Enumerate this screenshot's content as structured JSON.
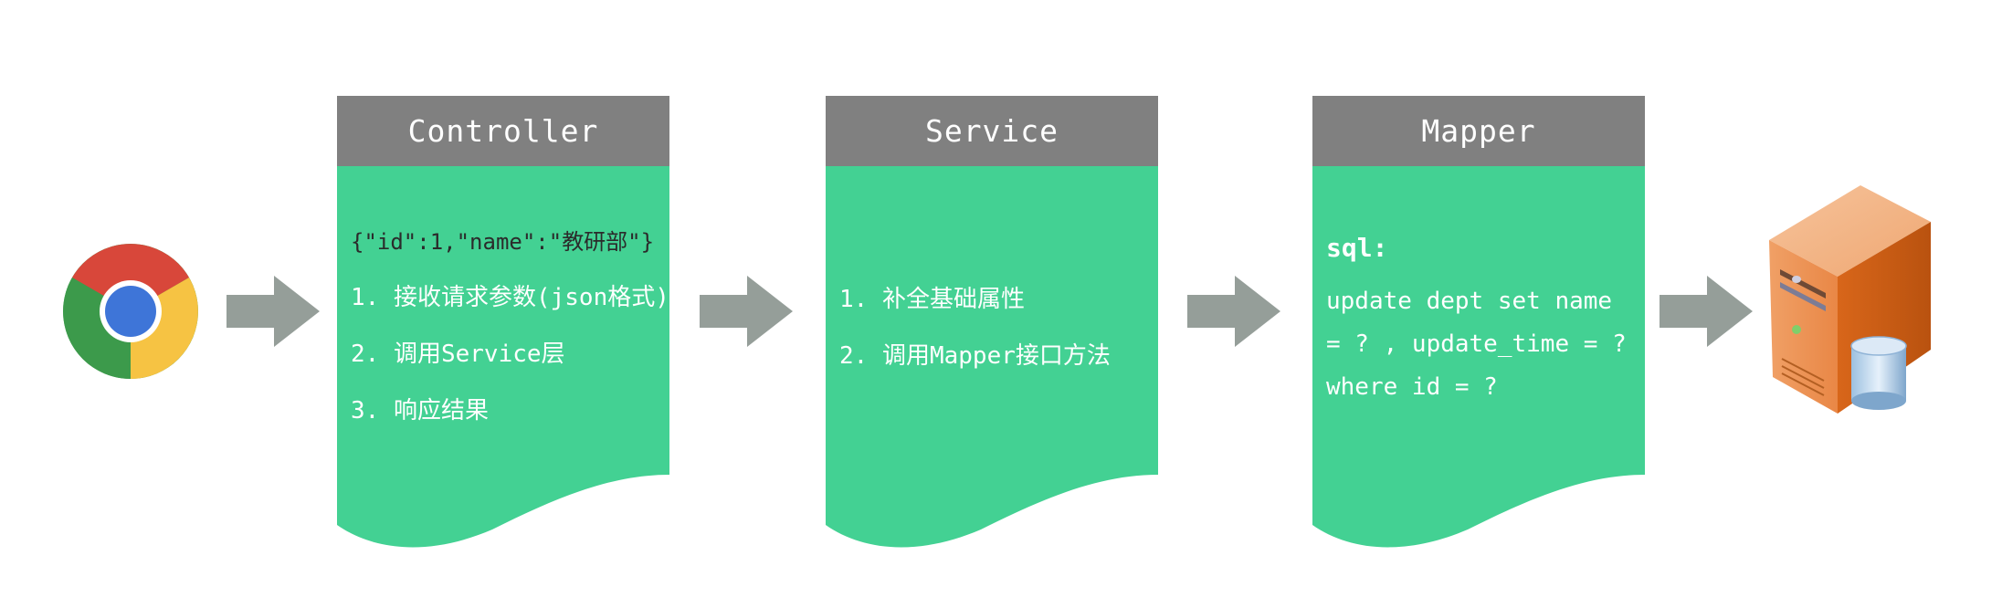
{
  "colors": {
    "panel_green": "#43d193",
    "header_gray": "#808080",
    "arrow_gray": "#959e99",
    "text_white": "#ffffff",
    "text_dark": "#2b2b2b"
  },
  "icons": {
    "client": "chrome-icon",
    "server": "server-database-icon",
    "flow": "right-arrow-icon"
  },
  "controller": {
    "title": "Controller",
    "json": "{\"id\":1,\"name\":\"教研部\"}",
    "items": [
      "1. 接收请求参数(json格式)",
      "2. 调用Service层",
      "3. 响应结果"
    ]
  },
  "service": {
    "title": "Service",
    "items": [
      "1. 补全基础属性",
      "2. 调用Mapper接口方法"
    ]
  },
  "mapper": {
    "title": "Mapper",
    "sql_label": "sql:",
    "sql_lines": [
      "update dept set name",
      "= ? , update_time = ?",
      "where id = ?"
    ]
  }
}
